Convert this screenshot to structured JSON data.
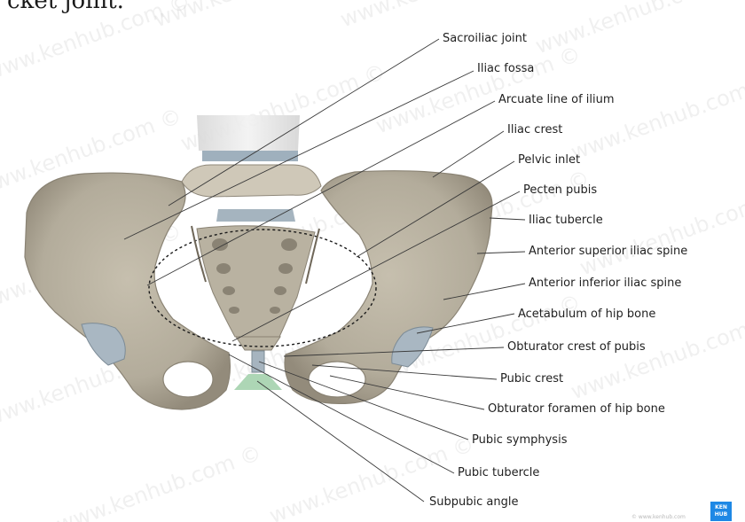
{
  "top_text_fragment": "cket joint.",
  "watermark_text": "www.kenhub.com ©",
  "labels": [
    "Sacroiliac joint",
    "Iliac fossa",
    "Arcuate line of ilium",
    "Iliac crest",
    "Pelvic inlet",
    "Pecten pubis",
    "Iliac tubercle",
    "Anterior superior iliac spine",
    "Anterior inferior iliac spine",
    "Acetabulum of hip bone",
    "Obturator crest of pubis",
    "Pubic crest",
    "Obturator foramen of hip bone",
    "Pubic symphysis",
    "Pubic tubercle",
    "Subpubic angle"
  ],
  "brand_logo": "KEN\nHUB",
  "copyright": "© www.kenhub.com",
  "colors": {
    "bone": "#b7b09f",
    "bone_dark": "#8f887a",
    "cartilage": "#9fb2c0",
    "vertebra": "#e6e6e6",
    "symphysis": "#9fcfa8",
    "leader": "#3a3a3a",
    "brand": "#1e88e5"
  }
}
